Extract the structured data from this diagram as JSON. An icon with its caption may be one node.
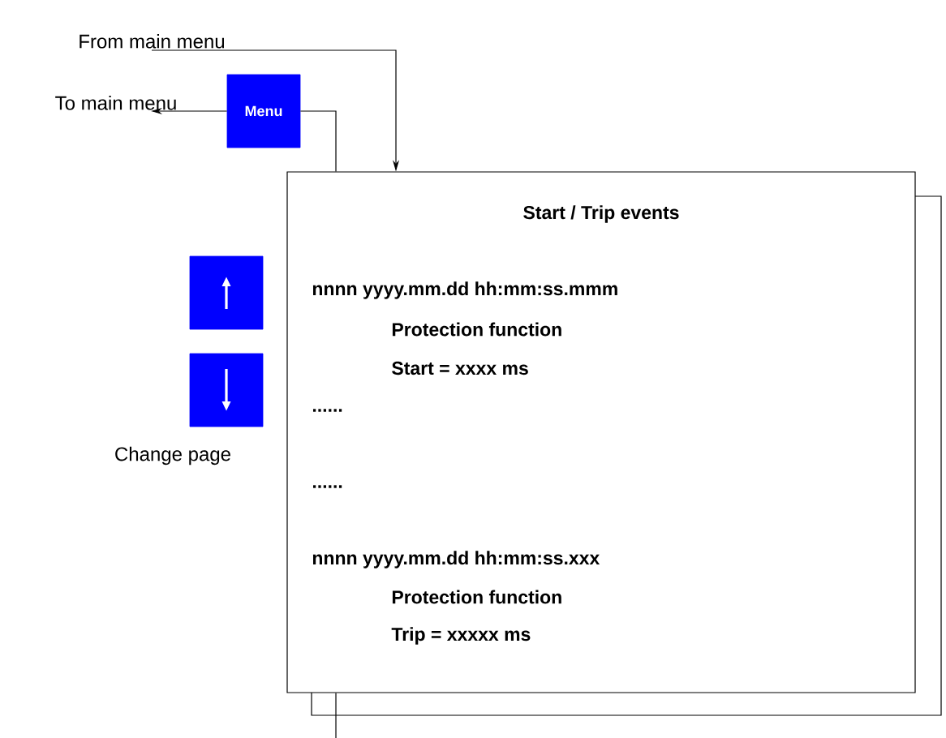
{
  "diagram": {
    "nodes": [
      {
        "text": [
          "From main menu"
        ]
      },
      {
        "text": [
          "To main menu"
        ]
      },
      {
        "text": [
          "Menu"
        ]
      },
      {
        "text": [
          "Start / Trip events",
          "nnnn yyyy.mm.dd hh:mm:ss.mmm",
          "Protection function",
          "Start = xxxx ms",
          "......",
          "......",
          "nnnn yyyy.mm.dd hh:mm:ss.xxx",
          "Protection function",
          "Trip = xxxxx ms"
        ]
      },
      {
        "text": [],
        "shape": "box"
      },
      {
        "text": [],
        "shape": "box",
        "beside": [
          "Change page"
        ]
      }
    ],
    "edges": [
      {
        "from": 0,
        "to": 3,
        "arrow": "to"
      },
      {
        "from": 2,
        "to": 1,
        "arrow": "to"
      },
      {
        "from": 2,
        "to": 3,
        "arrow": "none"
      },
      {
        "from": 3,
        "to": null,
        "arrow": "none"
      }
    ]
  }
}
